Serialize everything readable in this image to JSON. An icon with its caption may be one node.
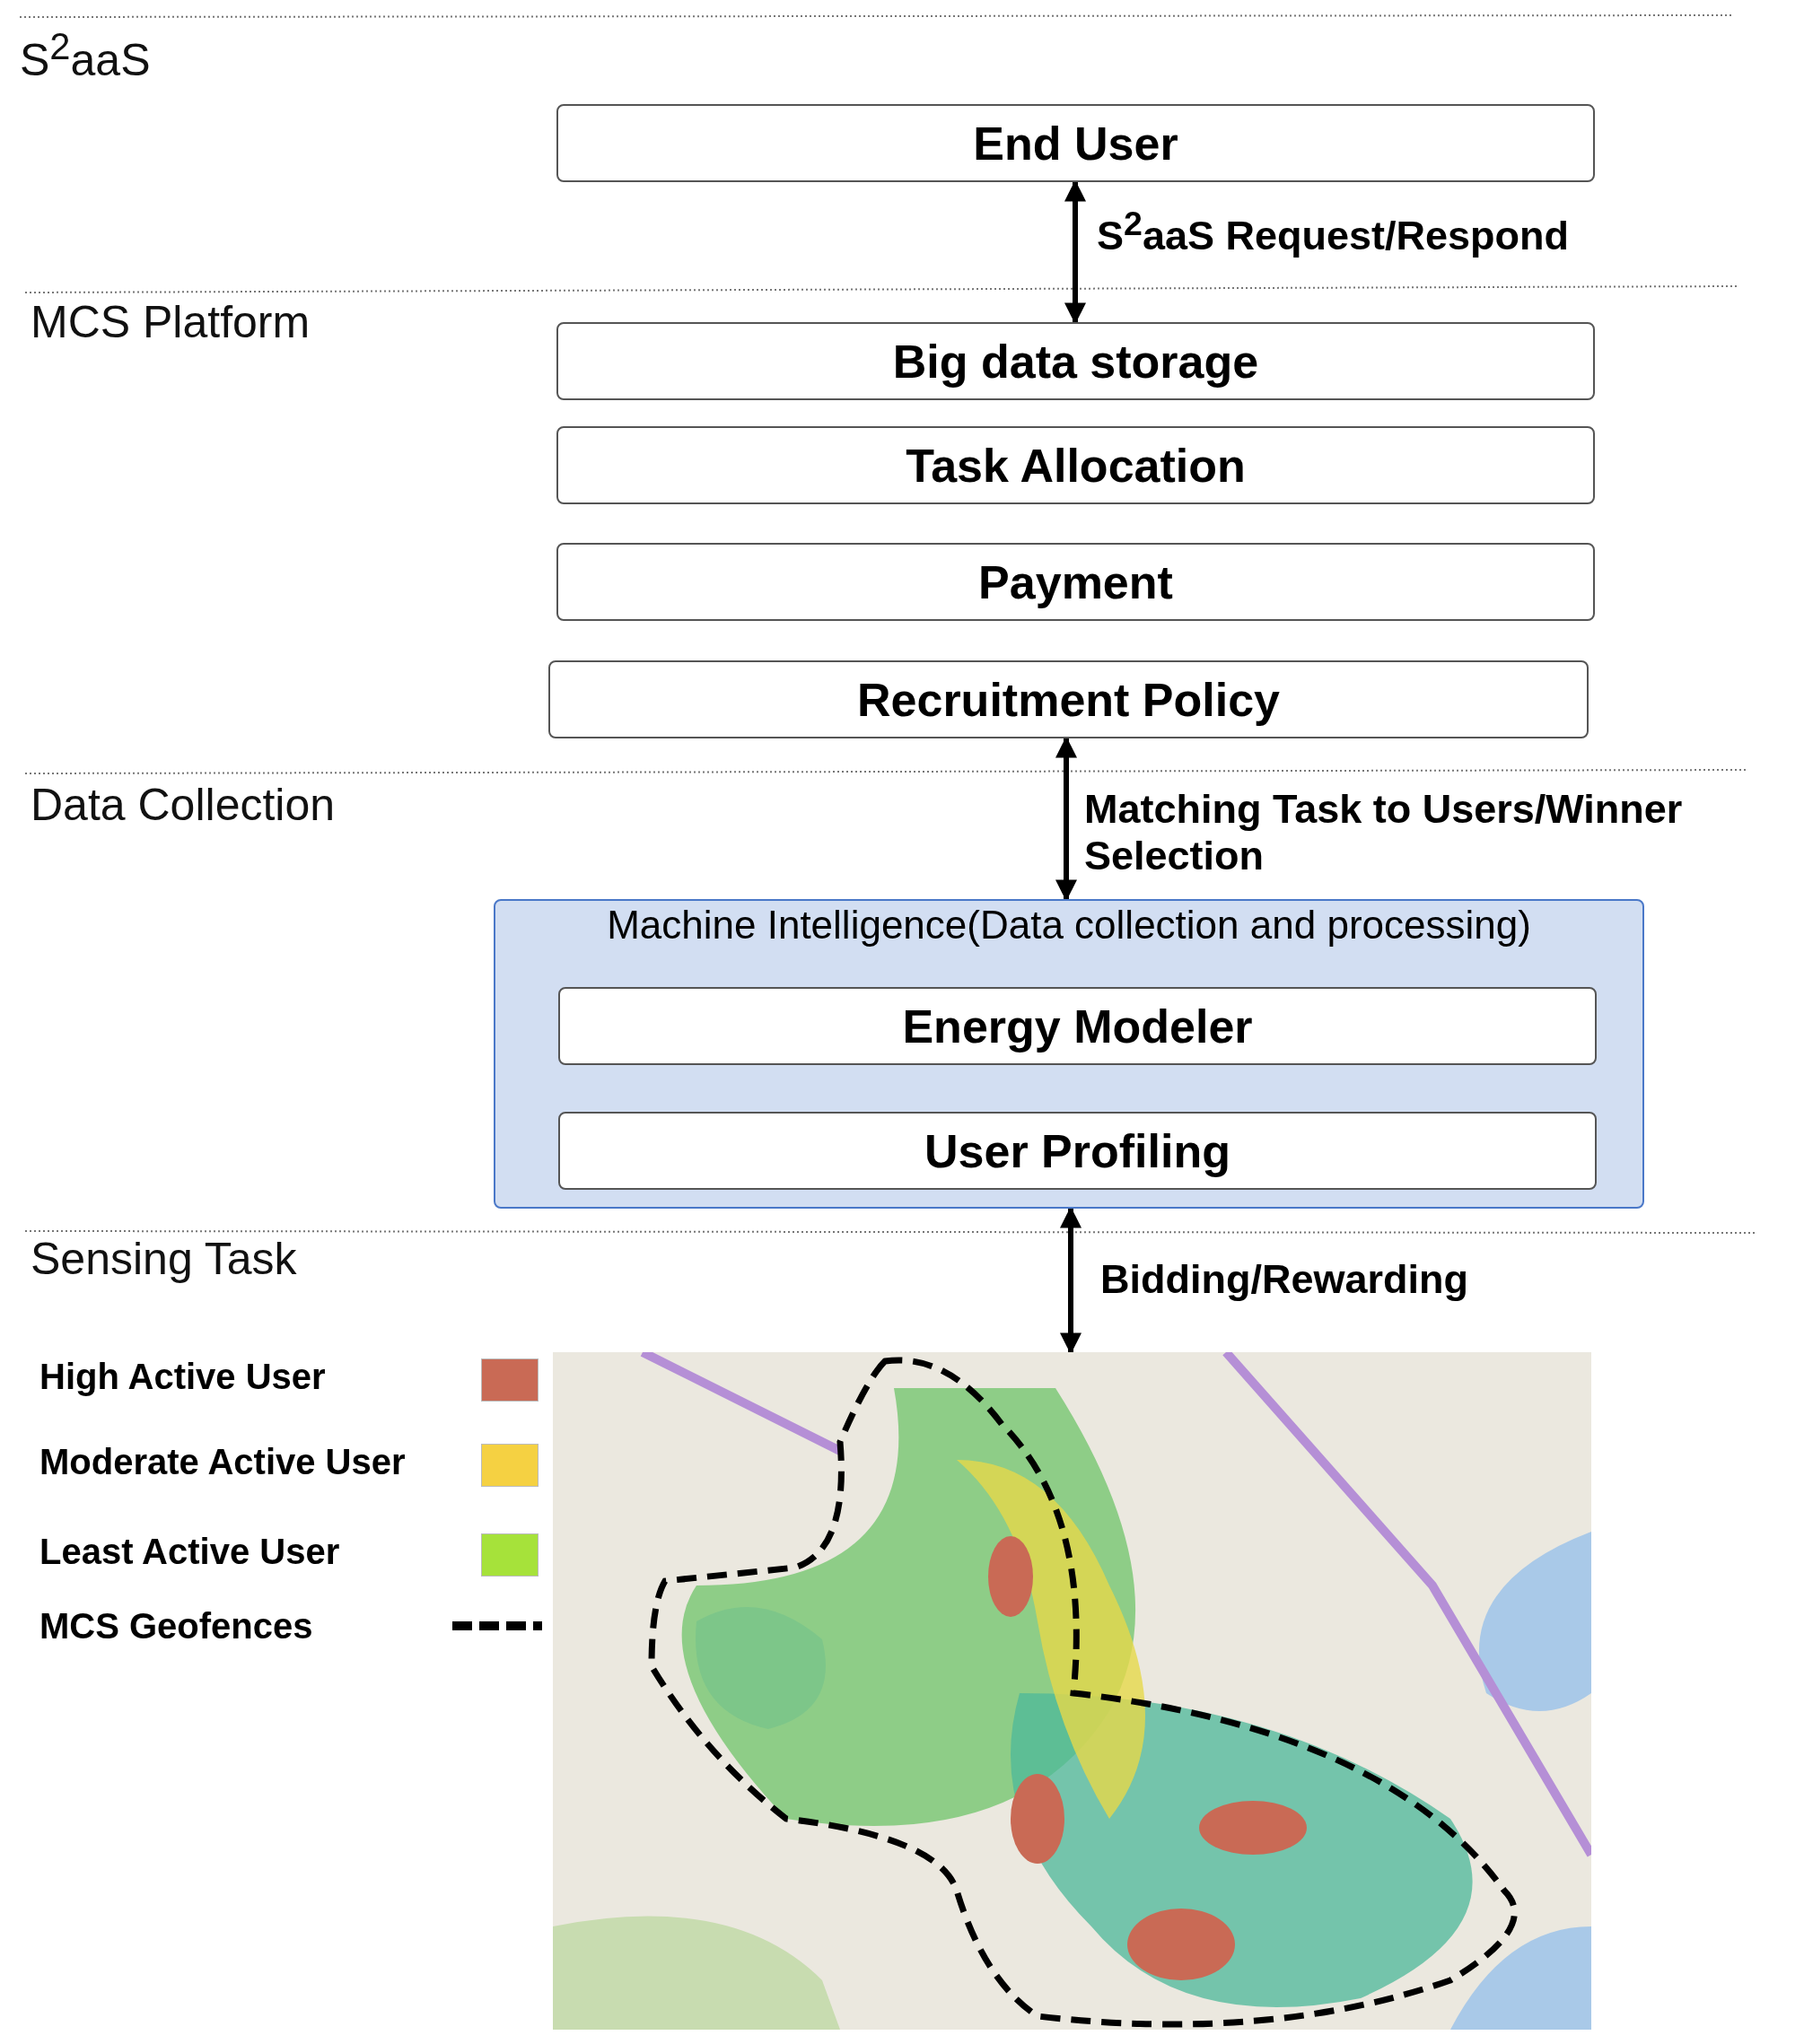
{
  "diagram": {
    "nodes": [
      {
        "text": [
          "End User"
        ]
      },
      {
        "text": [
          "Big data storage"
        ]
      },
      {
        "text": [
          "Task Allocation"
        ]
      },
      {
        "text": [
          "Payment"
        ]
      },
      {
        "text": [
          "Recruitment Policy"
        ]
      },
      {
        "text": [
          "Machine Intelligence(Data collection and processing)"
        ]
      },
      {
        "text": [
          "Energy Modeler"
        ],
        "in": 5
      },
      {
        "text": [
          "User Profiling"
        ],
        "in": 5
      },
      {
        "text": [],
        "shape": "picture"
      }
    ],
    "edges": [
      {
        "from": 0,
        "to": 1,
        "arrow": "both",
        "label": "S$^{2}$aaS Request/Respond"
      },
      {
        "from": 4,
        "to": 5,
        "arrow": "both",
        "label": "Matching Task to Users/Winner Selection"
      },
      {
        "from": 5,
        "to": 8,
        "arrow": "both",
        "label": "Bidding/Rewarding"
      }
    ],
    "labels": [
      "S$^{2}$aaS",
      "MCS Platform",
      "Data Collection",
      "Sensing Task"
    ],
    "legend": [
      {
        "text": "High Active User",
        "color": "#c96a55"
      },
      {
        "text": "Moderate Active User",
        "color": "#f5d142"
      },
      {
        "text": "Least Active User",
        "color": "#a6e23a"
      },
      {
        "text": "MCS Geofences"
      }
    ]
  }
}
